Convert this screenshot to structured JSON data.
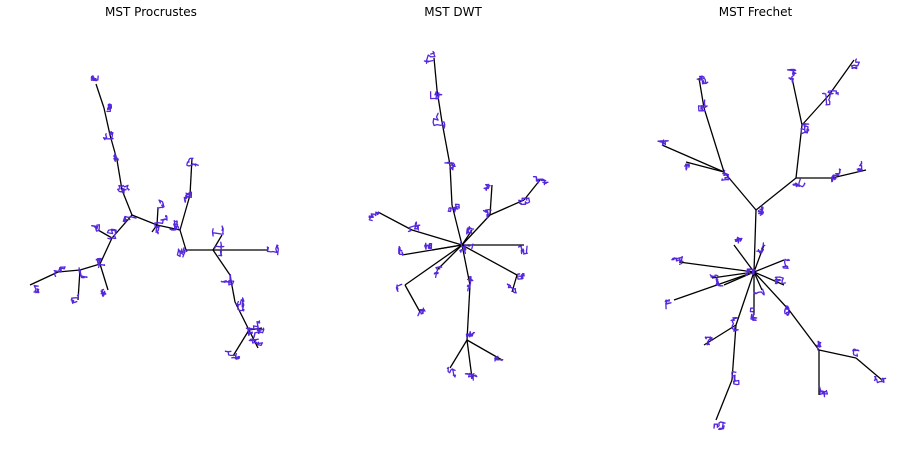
{
  "panels": [
    {
      "title": "MST Procrustes"
    },
    {
      "title": "MST DWT"
    },
    {
      "title": "MST Frechet"
    }
  ],
  "colors": {
    "edge": "#000000",
    "glyph": "#5527dd",
    "background": "#ffffff"
  }
}
